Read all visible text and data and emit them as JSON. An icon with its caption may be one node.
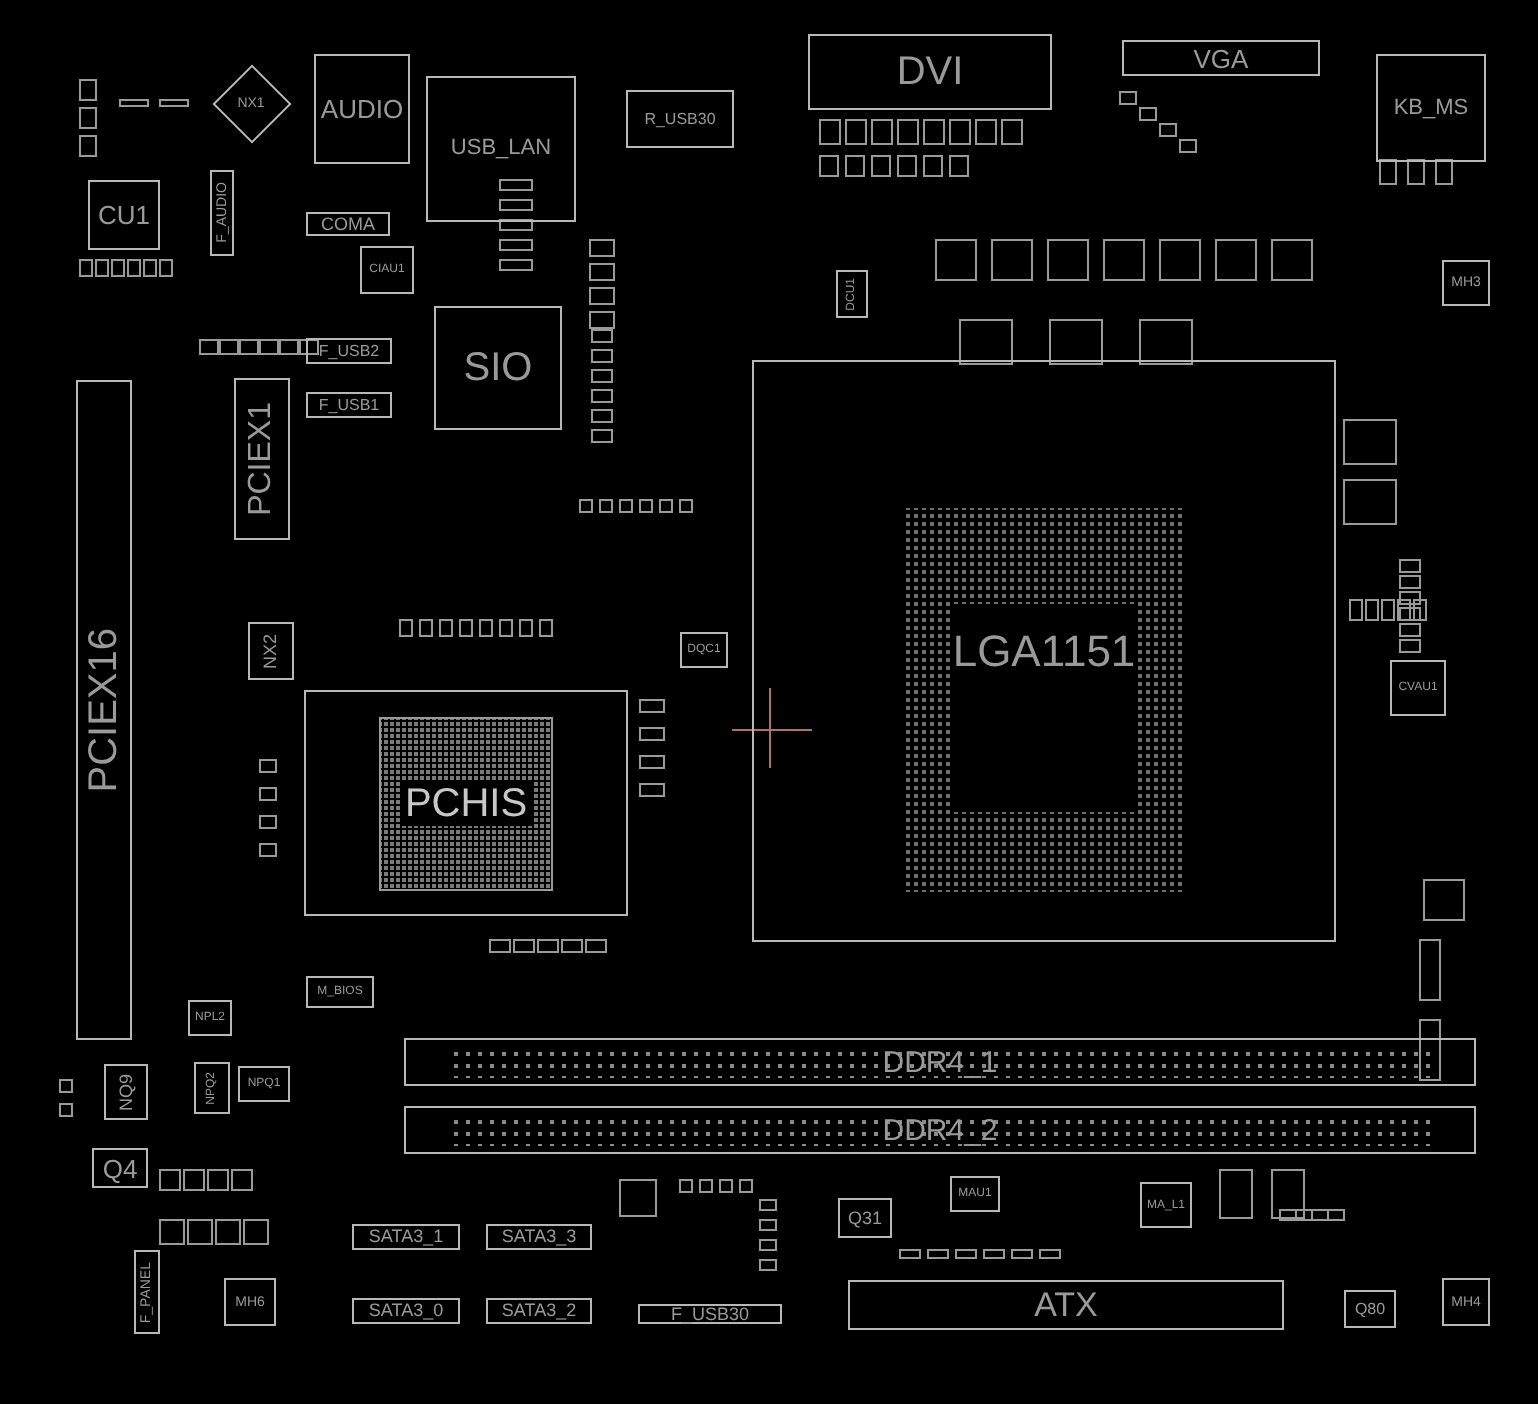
{
  "diagram": {
    "nodes": [
      {
        "text": [
          "AUDIO"
        ]
      },
      {
        "text": [
          "USB_LAN"
        ]
      },
      {
        "text": [
          "R_USB30"
        ]
      },
      {
        "text": [
          "DVI"
        ]
      },
      {
        "text": [
          "VGA"
        ]
      },
      {
        "text": [
          "KB_MS"
        ]
      },
      {
        "text": [
          "CU1"
        ]
      },
      {
        "text": [
          "F_AUDIO"
        ]
      },
      {
        "text": [
          "NX1"
        ]
      },
      {
        "text": [
          "COMA"
        ]
      },
      {
        "text": [
          "CIAU1"
        ]
      },
      {
        "text": [
          "SIO"
        ]
      },
      {
        "text": [
          "F_USB2"
        ]
      },
      {
        "text": [
          "F_USB1"
        ]
      },
      {
        "text": [
          "PCIEX1"
        ]
      },
      {
        "text": [
          "PCIEX16"
        ]
      },
      {
        "text": [
          "DCU1"
        ]
      },
      {
        "text": [
          "LGA1151"
        ]
      },
      {
        "text": [
          "DQC1"
        ]
      },
      {
        "text": [
          "NX2"
        ]
      },
      {
        "text": [
          "PCHIS"
        ]
      },
      {
        "text": [
          "CVAU1"
        ]
      },
      {
        "text": [
          "MH3"
        ]
      },
      {
        "text": [
          "M_BIOS"
        ]
      },
      {
        "text": [
          "NPL2"
        ]
      },
      {
        "text": [
          "NQ9"
        ]
      },
      {
        "text": [
          "NPQ2"
        ]
      },
      {
        "text": [
          "NPQ1"
        ]
      },
      {
        "text": [
          "Q4"
        ]
      },
      {
        "text": [
          "F_PANEL"
        ]
      },
      {
        "text": [
          "MH6"
        ]
      },
      {
        "text": [
          "SATA3_1"
        ]
      },
      {
        "text": [
          "SATA3_3"
        ]
      },
      {
        "text": [
          "SATA3_0"
        ]
      },
      {
        "text": [
          "SATA3_2"
        ]
      },
      {
        "text": [
          "F_USB30"
        ]
      },
      {
        "text": [
          "DDR4_1"
        ]
      },
      {
        "text": [
          "DDR4_2"
        ]
      },
      {
        "text": [
          "Q31"
        ]
      },
      {
        "text": [
          "MAU1"
        ]
      },
      {
        "text": [
          "MA_L1"
        ]
      },
      {
        "text": [
          "ATX"
        ]
      },
      {
        "text": [
          "Q80"
        ]
      },
      {
        "text": [
          "MH4"
        ]
      }
    ]
  }
}
